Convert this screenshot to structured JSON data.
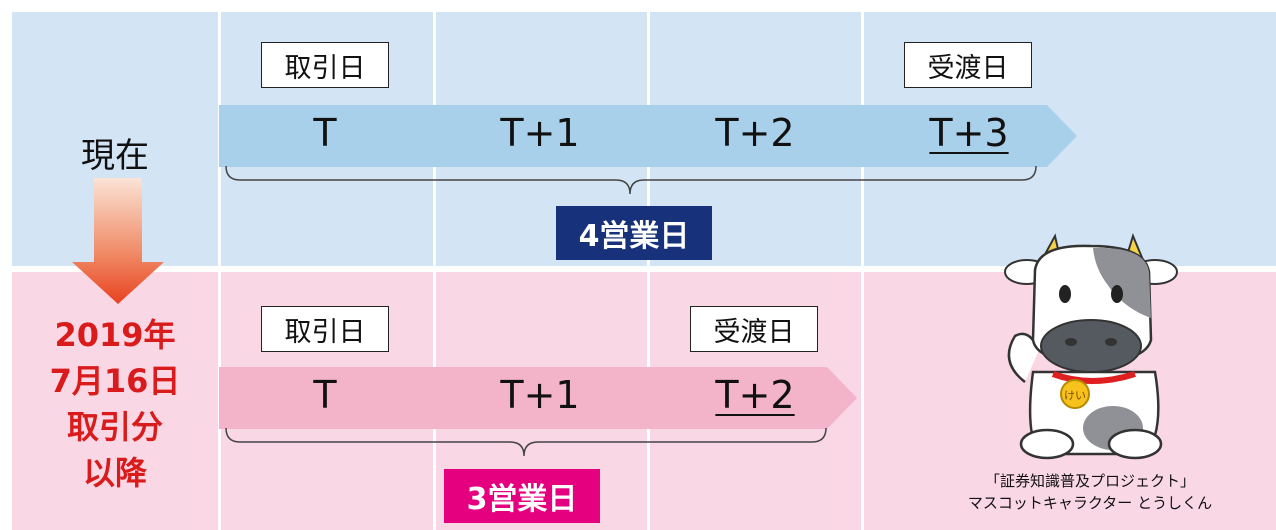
{
  "colors": {
    "current_bg": "#d3e4f5",
    "future_bg": "#f9d7e5",
    "current_arrow": "#a9d0ea",
    "future_arrow": "#f3b3c8",
    "current_badge": "#17317a",
    "future_badge": "#e4007f",
    "down_arrow": "#e8421f",
    "date_text": "#d91b1b"
  },
  "current": {
    "label": "現在",
    "trade_day_label": "取引日",
    "settle_day_label": "受渡日",
    "days": [
      "T",
      "T+1",
      "T+2",
      "T+3"
    ],
    "span_label": "4営業日"
  },
  "future": {
    "date_lines": [
      "2019年",
      "7月16日",
      "取引分",
      "以降"
    ],
    "trade_day_label": "取引日",
    "settle_day_label": "受渡日",
    "days": [
      "T",
      "T+1",
      "T+2"
    ],
    "span_label": "3営業日"
  },
  "mascot": {
    "caption_line1": "「証券知識普及プロジェクト」",
    "caption_line2": "マスコットキャラクター とうしくん",
    "bell_text": "けい"
  }
}
